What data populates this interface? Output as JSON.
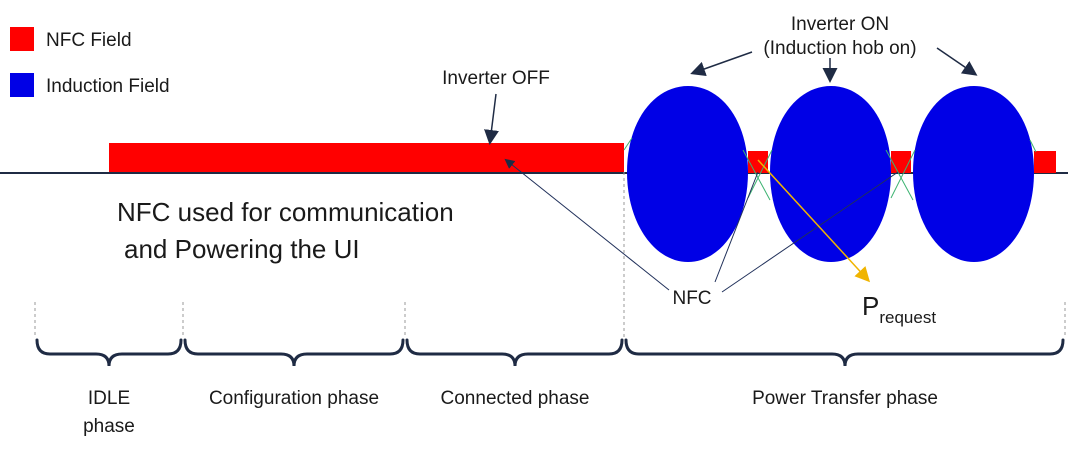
{
  "legend": {
    "nfc_label": "NFC Field",
    "induction_label": "Induction Field"
  },
  "labels": {
    "inverter_off": "Inverter OFF",
    "inverter_on": "Inverter ON",
    "inverter_on_sub": "(Induction hob on)",
    "nfc_usage_1": "NFC used for communication",
    "nfc_usage_2": "and Powering the UI",
    "nfc": "NFC",
    "p_request_main": "P",
    "p_request_sub": "request"
  },
  "phases": [
    {
      "line1": "IDLE",
      "line2": "phase"
    },
    {
      "line1": "Configuration phase",
      "line2": ""
    },
    {
      "line1": "Connected phase",
      "line2": ""
    },
    {
      "line1": "Power Transfer phase",
      "line2": ""
    }
  ],
  "colors": {
    "nfc": "#ff0000",
    "induction": "#0000e6",
    "axis": "#1f2b44",
    "arrow": "#1f2b44",
    "p_request_arrow": "#f0b400",
    "nfc_pointer": "#20305a"
  }
}
